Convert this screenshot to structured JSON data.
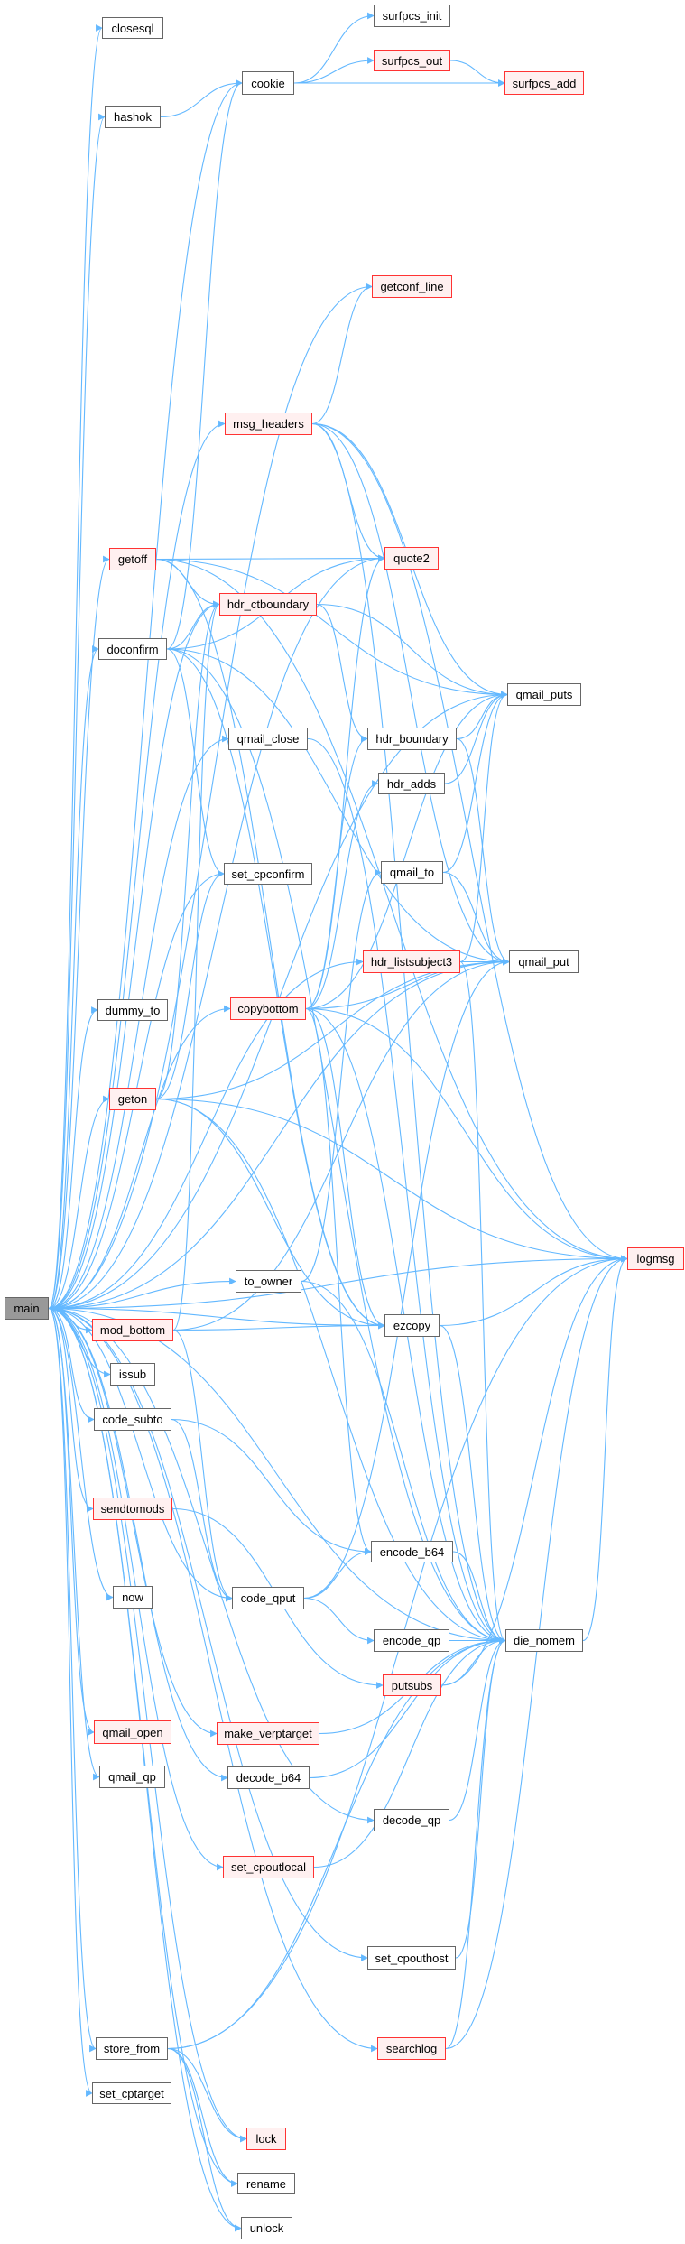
{
  "graph": {
    "root": "main",
    "colors": {
      "edge": "#63b8ff",
      "node_border": "#666666",
      "red_border": "#ff3333",
      "red_fill": "#fff0f0",
      "root_fill": "#999999"
    },
    "nodes": [
      {
        "id": "main",
        "label": "main",
        "style": "root"
      },
      {
        "id": "closesql",
        "label": "closesql",
        "style": "normal"
      },
      {
        "id": "surfpcs_init",
        "label": "surfpcs_init",
        "style": "normal"
      },
      {
        "id": "surfpcs_out",
        "label": "surfpcs_out",
        "style": "red"
      },
      {
        "id": "surfpcs_add",
        "label": "surfpcs_add",
        "style": "red"
      },
      {
        "id": "cookie",
        "label": "cookie",
        "style": "normal"
      },
      {
        "id": "hashok",
        "label": "hashok",
        "style": "normal"
      },
      {
        "id": "getconf_line",
        "label": "getconf_line",
        "style": "red"
      },
      {
        "id": "msg_headers",
        "label": "msg_headers",
        "style": "red"
      },
      {
        "id": "quote2",
        "label": "quote2",
        "style": "red"
      },
      {
        "id": "getoff",
        "label": "getoff",
        "style": "red"
      },
      {
        "id": "hdr_ctboundary",
        "label": "hdr_ctboundary",
        "style": "red"
      },
      {
        "id": "doconfirm",
        "label": "doconfirm",
        "style": "normal"
      },
      {
        "id": "qmail_puts",
        "label": "qmail_puts",
        "style": "normal"
      },
      {
        "id": "qmail_close",
        "label": "qmail_close",
        "style": "normal"
      },
      {
        "id": "hdr_boundary",
        "label": "hdr_boundary",
        "style": "normal"
      },
      {
        "id": "hdr_adds",
        "label": "hdr_adds",
        "style": "normal"
      },
      {
        "id": "set_cpconfirm",
        "label": "set_cpconfirm",
        "style": "normal"
      },
      {
        "id": "qmail_to",
        "label": "qmail_to",
        "style": "normal"
      },
      {
        "id": "hdr_listsubject3",
        "label": "hdr_listsubject3",
        "style": "red"
      },
      {
        "id": "qmail_put",
        "label": "qmail_put",
        "style": "normal"
      },
      {
        "id": "dummy_to",
        "label": "dummy_to",
        "style": "normal"
      },
      {
        "id": "copybottom",
        "label": "copybottom",
        "style": "red"
      },
      {
        "id": "geton",
        "label": "geton",
        "style": "red"
      },
      {
        "id": "logmsg",
        "label": "logmsg",
        "style": "red"
      },
      {
        "id": "to_owner",
        "label": "to_owner",
        "style": "normal"
      },
      {
        "id": "mod_bottom",
        "label": "mod_bottom",
        "style": "red"
      },
      {
        "id": "ezcopy",
        "label": "ezcopy",
        "style": "normal"
      },
      {
        "id": "issub",
        "label": "issub",
        "style": "normal"
      },
      {
        "id": "code_subto",
        "label": "code_subto",
        "style": "normal"
      },
      {
        "id": "sendtomods",
        "label": "sendtomods",
        "style": "red"
      },
      {
        "id": "encode_b64",
        "label": "encode_b64",
        "style": "normal"
      },
      {
        "id": "code_qput",
        "label": "code_qput",
        "style": "normal"
      },
      {
        "id": "now",
        "label": "now",
        "style": "normal"
      },
      {
        "id": "encode_qp",
        "label": "encode_qp",
        "style": "normal"
      },
      {
        "id": "die_nomem",
        "label": "die_nomem",
        "style": "normal"
      },
      {
        "id": "putsubs",
        "label": "putsubs",
        "style": "red"
      },
      {
        "id": "qmail_open",
        "label": "qmail_open",
        "style": "red"
      },
      {
        "id": "make_verptarget",
        "label": "make_verptarget",
        "style": "red"
      },
      {
        "id": "qmail_qp",
        "label": "qmail_qp",
        "style": "normal"
      },
      {
        "id": "decode_b64",
        "label": "decode_b64",
        "style": "normal"
      },
      {
        "id": "decode_qp",
        "label": "decode_qp",
        "style": "normal"
      },
      {
        "id": "set_cpoutlocal",
        "label": "set_cpoutlocal",
        "style": "red"
      },
      {
        "id": "set_cpouthost",
        "label": "set_cpouthost",
        "style": "normal"
      },
      {
        "id": "searchlog",
        "label": "searchlog",
        "style": "red"
      },
      {
        "id": "store_from",
        "label": "store_from",
        "style": "normal"
      },
      {
        "id": "set_cptarget",
        "label": "set_cptarget",
        "style": "normal"
      },
      {
        "id": "lock",
        "label": "lock",
        "style": "red"
      },
      {
        "id": "rename",
        "label": "rename",
        "style": "normal"
      },
      {
        "id": "unlock",
        "label": "unlock",
        "style": "normal"
      }
    ],
    "edges": [
      [
        "main",
        "closesql"
      ],
      [
        "main",
        "cookie"
      ],
      [
        "main",
        "hashok"
      ],
      [
        "main",
        "getconf_line"
      ],
      [
        "main",
        "msg_headers"
      ],
      [
        "main",
        "quote2"
      ],
      [
        "main",
        "getoff"
      ],
      [
        "main",
        "hdr_ctboundary"
      ],
      [
        "main",
        "doconfirm"
      ],
      [
        "main",
        "qmail_puts"
      ],
      [
        "main",
        "qmail_close"
      ],
      [
        "main",
        "set_cpconfirm"
      ],
      [
        "main",
        "qmail_put"
      ],
      [
        "main",
        "dummy_to"
      ],
      [
        "main",
        "copybottom"
      ],
      [
        "main",
        "geton"
      ],
      [
        "main",
        "to_owner"
      ],
      [
        "main",
        "ezcopy"
      ],
      [
        "main",
        "mod_bottom"
      ],
      [
        "main",
        "issub"
      ],
      [
        "main",
        "code_subto"
      ],
      [
        "main",
        "sendtomods"
      ],
      [
        "main",
        "code_qput"
      ],
      [
        "main",
        "now"
      ],
      [
        "main",
        "qmail_open"
      ],
      [
        "main",
        "make_verptarget"
      ],
      [
        "main",
        "qmail_qp"
      ],
      [
        "main",
        "decode_b64"
      ],
      [
        "main",
        "decode_qp"
      ],
      [
        "main",
        "set_cpoutlocal"
      ],
      [
        "main",
        "die_nomem"
      ],
      [
        "main",
        "set_cpouthost"
      ],
      [
        "main",
        "searchlog"
      ],
      [
        "main",
        "store_from"
      ],
      [
        "main",
        "set_cptarget"
      ],
      [
        "main",
        "lock"
      ],
      [
        "main",
        "rename"
      ],
      [
        "main",
        "unlock"
      ],
      [
        "main",
        "logmsg"
      ],
      [
        "main",
        "hdr_listsubject3"
      ],
      [
        "cookie",
        "surfpcs_init"
      ],
      [
        "cookie",
        "surfpcs_out"
      ],
      [
        "cookie",
        "surfpcs_add"
      ],
      [
        "surfpcs_out",
        "surfpcs_add"
      ],
      [
        "hashok",
        "cookie"
      ],
      [
        "doconfirm",
        "cookie"
      ],
      [
        "msg_headers",
        "getconf_line"
      ],
      [
        "msg_headers",
        "quote2"
      ],
      [
        "msg_headers",
        "qmail_puts"
      ],
      [
        "msg_headers",
        "qmail_put"
      ],
      [
        "msg_headers",
        "logmsg"
      ],
      [
        "msg_headers",
        "die_nomem"
      ],
      [
        "getoff",
        "hdr_ctboundary"
      ],
      [
        "getoff",
        "quote2"
      ],
      [
        "getoff",
        "qmail_puts"
      ],
      [
        "getoff",
        "logmsg"
      ],
      [
        "getoff",
        "ezcopy"
      ],
      [
        "doconfirm",
        "hdr_ctboundary"
      ],
      [
        "doconfirm",
        "quote2"
      ],
      [
        "doconfirm",
        "qmail_put"
      ],
      [
        "doconfirm",
        "set_cpconfirm"
      ],
      [
        "doconfirm",
        "die_nomem"
      ],
      [
        "doconfirm",
        "ezcopy"
      ],
      [
        "hdr_ctboundary",
        "qmail_puts"
      ],
      [
        "hdr_ctboundary",
        "hdr_boundary"
      ],
      [
        "hdr_boundary",
        "qmail_puts"
      ],
      [
        "hdr_boundary",
        "qmail_put"
      ],
      [
        "hdr_adds",
        "qmail_puts"
      ],
      [
        "qmail_to",
        "qmail_puts"
      ],
      [
        "qmail_to",
        "qmail_put"
      ],
      [
        "qmail_close",
        "die_nomem"
      ],
      [
        "hdr_listsubject3",
        "qmail_put"
      ],
      [
        "hdr_listsubject3",
        "qmail_puts"
      ],
      [
        "hdr_listsubject3",
        "die_nomem"
      ],
      [
        "copybottom",
        "hdr_boundary"
      ],
      [
        "copybottom",
        "hdr_adds"
      ],
      [
        "copybottom",
        "quote2"
      ],
      [
        "copybottom",
        "qmail_puts"
      ],
      [
        "copybottom",
        "qmail_put"
      ],
      [
        "copybottom",
        "logmsg"
      ],
      [
        "copybottom",
        "ezcopy"
      ],
      [
        "copybottom",
        "encode_b64"
      ],
      [
        "copybottom",
        "die_nomem"
      ],
      [
        "geton",
        "set_cpconfirm"
      ],
      [
        "geton",
        "hdr_ctboundary"
      ],
      [
        "geton",
        "qmail_put"
      ],
      [
        "geton",
        "logmsg"
      ],
      [
        "geton",
        "ezcopy"
      ],
      [
        "geton",
        "die_nomem"
      ],
      [
        "to_owner",
        "qmail_to"
      ],
      [
        "to_owner",
        "die_nomem"
      ],
      [
        "mod_bottom",
        "ezcopy"
      ],
      [
        "mod_bottom",
        "qmail_put"
      ],
      [
        "mod_bottom",
        "code_qput"
      ],
      [
        "mod_bottom",
        "hdr_ctboundary"
      ],
      [
        "ezcopy",
        "logmsg"
      ],
      [
        "ezcopy",
        "die_nomem"
      ],
      [
        "code_subto",
        "code_qput"
      ],
      [
        "code_subto",
        "encode_b64"
      ],
      [
        "sendtomods",
        "putsubs"
      ],
      [
        "code_qput",
        "encode_b64"
      ],
      [
        "code_qput",
        "encode_qp"
      ],
      [
        "code_qput",
        "qmail_put"
      ],
      [
        "encode_b64",
        "die_nomem"
      ],
      [
        "encode_qp",
        "die_nomem"
      ],
      [
        "die_nomem",
        "logmsg"
      ],
      [
        "putsubs",
        "die_nomem"
      ],
      [
        "putsubs",
        "logmsg"
      ],
      [
        "make_verptarget",
        "die_nomem"
      ],
      [
        "decode_b64",
        "die_nomem"
      ],
      [
        "decode_qp",
        "die_nomem"
      ],
      [
        "set_cpoutlocal",
        "die_nomem"
      ],
      [
        "set_cpouthost",
        "die_nomem"
      ],
      [
        "searchlog",
        "die_nomem"
      ],
      [
        "searchlog",
        "logmsg"
      ],
      [
        "store_from",
        "die_nomem"
      ],
      [
        "store_from",
        "logmsg"
      ],
      [
        "store_from",
        "lock"
      ],
      [
        "store_from",
        "rename"
      ],
      [
        "store_from",
        "unlock"
      ]
    ]
  }
}
